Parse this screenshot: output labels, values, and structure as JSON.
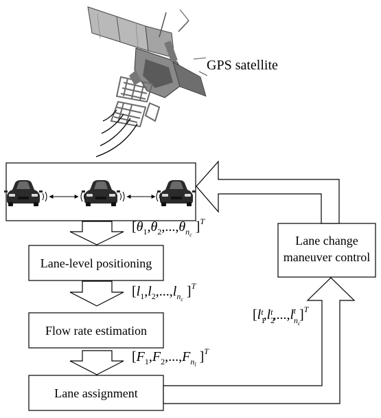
{
  "satellite_label": "GPS satellite",
  "boxes": {
    "positioning": "Lane-level positioning",
    "flow": "Flow rate estimation",
    "assignment": "Lane assignment",
    "control_line1": "Lane change",
    "control_line2": "maneuver control"
  },
  "vectors": {
    "theta": {
      "open": "[",
      "s1": "θ",
      "i1": "1",
      "s2": "θ",
      "i2": "2",
      "s3": "θ",
      "i3": "n",
      "i3sub": "c",
      "close": "]",
      "sup": "T"
    },
    "l": {
      "open": "[",
      "s1": "l",
      "i1": "1",
      "s2": "l",
      "i2": "2",
      "s3": "l",
      "i3": "n",
      "i3sub": "c",
      "close": "]",
      "sup": "T"
    },
    "F": {
      "open": "[",
      "s1": "F",
      "i1": "1",
      "s2": "F",
      "i2": "2",
      "s3": "F",
      "i3": "n",
      "i3sub": "l",
      "close": "]",
      "sup": "T"
    },
    "lt": {
      "open": "[",
      "s1": "l",
      "i1": "1",
      "s2": "l",
      "i2": "2",
      "s3": "l",
      "i3": "n",
      "i3sub": "c",
      "sup_t": "t",
      "close": "]",
      "sup": "T"
    }
  },
  "icons": {
    "satellite": "satellite-icon",
    "signal": "signal-waves-icon",
    "car": "car-icon",
    "v2v": "wireless-link-icon"
  },
  "colors": {
    "line": "#000000",
    "car_body": "#2b2b2b",
    "car_glass": "#6a6a6a",
    "satellite_panel": "#9a9a9a"
  }
}
